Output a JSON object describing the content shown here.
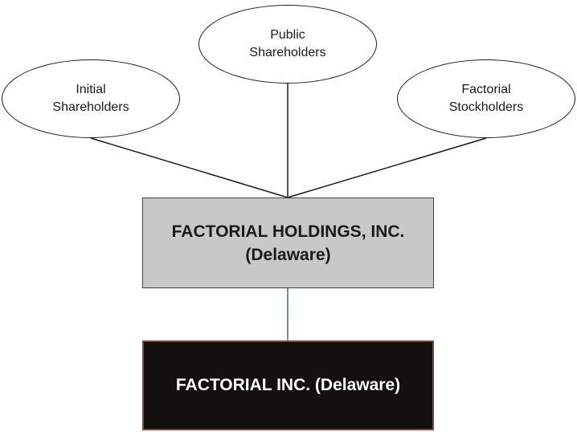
{
  "colors": {
    "holdings_fill": "#c8c8c8",
    "subsidiary_fill": "#141010",
    "subsidiary_border": "#7a4a3a",
    "line": "#1a1a1a",
    "link_line": "#3a6f8f"
  },
  "diagram": {
    "shareholders": [
      {
        "label": "Initial\nShareholders"
      },
      {
        "label": "Public\nShareholders"
      },
      {
        "label": "Factorial\nStockholders"
      }
    ],
    "holding_company": {
      "label": "FACTORIAL HOLDINGS, INC.\n(Delaware)"
    },
    "subsidiary": {
      "label": "FACTORIAL INC. (Delaware)"
    }
  }
}
